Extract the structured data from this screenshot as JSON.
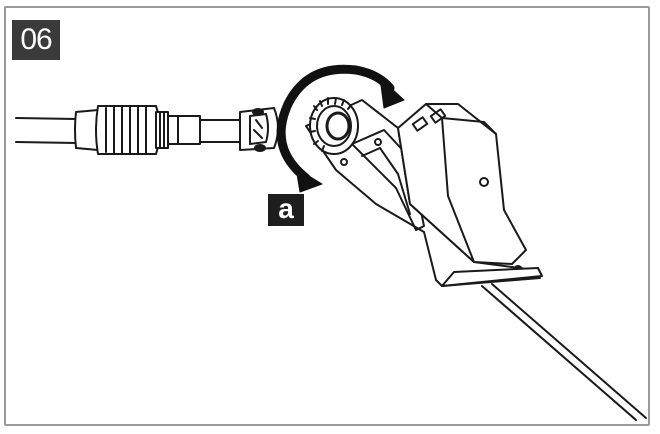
{
  "step": {
    "number": "06"
  },
  "callouts": [
    {
      "label": "a"
    }
  ],
  "illustration": {
    "subject": "pole-saw-head-attachment",
    "parts": [
      "telescopic-pole",
      "grip-collar",
      "coupling-knob",
      "saw-head",
      "guide-bar",
      "rotation-arrow"
    ],
    "line_color": "#1a1a1a"
  }
}
